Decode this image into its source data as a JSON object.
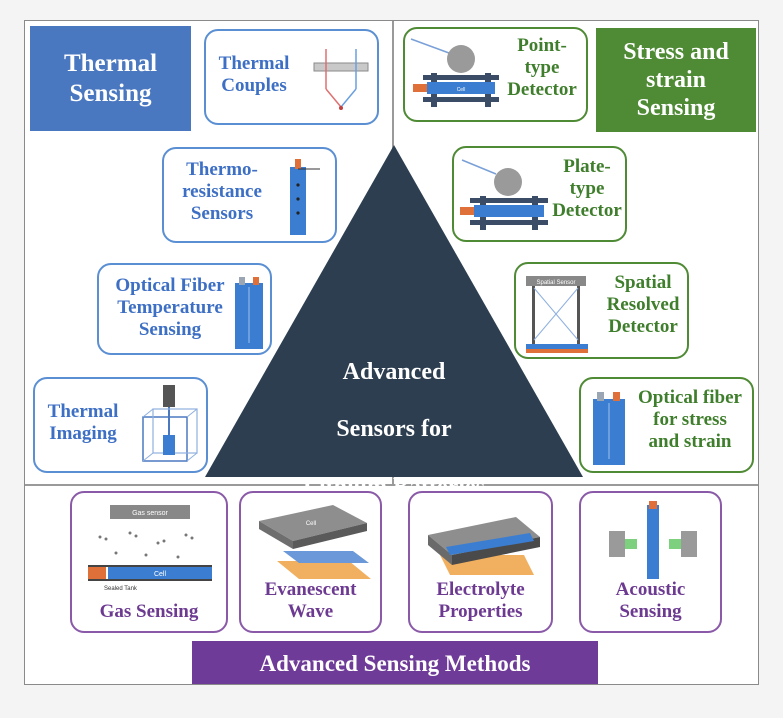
{
  "center": {
    "lines": [
      "Advanced",
      "Sensors for",
      "Lithium Batteries"
    ]
  },
  "headers": {
    "thermal": [
      "Thermal",
      "Sensing"
    ],
    "stress": [
      "Stress and",
      "strain",
      "Sensing"
    ],
    "methods": "Advanced Sensing Methods"
  },
  "thermal_items": {
    "couples": "Thermal\nCouples",
    "resistance": "Thermo-\nresistance\nSensors",
    "fiber": "Optical Fiber\nTemperature\nSensing",
    "imaging": "Thermal\nImaging"
  },
  "stress_items": {
    "point": "Point-\ntype\nDetector",
    "plate": "Plate-\ntype\nDetector",
    "spatial": "Spatial\nResolved\nDetector",
    "fiber": "Optical fiber\nfor stress\nand strain"
  },
  "method_items": {
    "gas": "Gas Sensing",
    "evanescent": "Evanescent\nWave",
    "electrolyte": "Electrolyte\nProperties",
    "acoustic": "Acoustic\nSensing"
  },
  "icon_labels": {
    "cell": "Cell",
    "gas_sensor": "Gas sensor",
    "sealed_tank": "Sealed Tank",
    "spatial_sensor": "Spatial Sensor"
  },
  "colors": {
    "thermal": "#4a78c0",
    "stress": "#4f8a35",
    "methods": "#6f3b98",
    "triangle": "#2c3e50"
  }
}
